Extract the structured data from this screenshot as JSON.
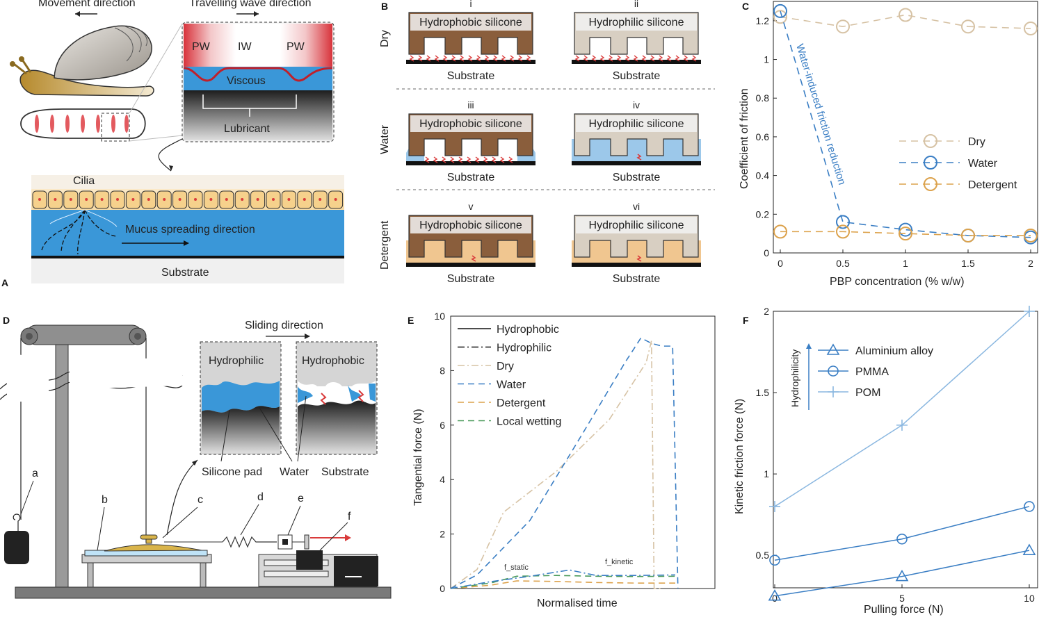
{
  "panels": {
    "A": {
      "letter": "A",
      "movement_direction": "Movement direction",
      "travelling_wave_direction": "Travelling wave direction",
      "pw_left": "PW",
      "iw": "IW",
      "pw_right": "PW",
      "viscous": "Viscous",
      "lubricant": "Lubricant",
      "cilia": "Cilia",
      "mucus_direction": "Mucus spreading direction",
      "substrate": "Substrate"
    },
    "B": {
      "letter": "B",
      "rows": [
        "Dry",
        "Water",
        "Detergent"
      ],
      "numerals": [
        "i",
        "ii",
        "iii",
        "iv",
        "v",
        "vi"
      ],
      "hydrophobic": "Hydrophobic silicone",
      "hydrophilic": "Hydrophilic silicone",
      "substrate": "Substrate",
      "colors": {
        "hydrophobic": "#8a5e3c",
        "hydrophilic": "#d8cfc2",
        "water": "#9cc8ea",
        "detergent": "#f0c690",
        "contact": "#d93b3b"
      }
    },
    "D": {
      "letter": "D",
      "sliding_direction": "Sliding direction",
      "hydrophilic": "Hydrophilic",
      "hydrophobic": "Hydrophobic",
      "silicone_pad": "Silicone pad",
      "water": "Water",
      "substrate": "Substrate",
      "parts": [
        "a",
        "b",
        "c",
        "d",
        "e",
        "f"
      ]
    }
  },
  "chart_data": [
    {
      "panel": "C",
      "type": "line",
      "xlabel": "PBP concentration (% w/w)",
      "ylabel": "Coefficient of friction",
      "xlim": [
        0,
        2
      ],
      "ylim": [
        0,
        1.3
      ],
      "xticks": [
        "0",
        "0.5",
        "1",
        "1.5",
        "2"
      ],
      "yticks": [
        "0",
        "0.2",
        "0.4",
        "0.6",
        "0.8",
        "1",
        "1.2"
      ],
      "legend_position": "right",
      "annotation": "Water-induced friction reduction",
      "x": [
        0,
        0.5,
        1,
        1.5,
        2
      ],
      "series": [
        {
          "name": "Dry",
          "color": "#d6c2a4",
          "values": [
            1.22,
            1.17,
            1.23,
            1.17,
            1.16
          ]
        },
        {
          "name": "Water",
          "color": "#3a7ec4",
          "values": [
            1.25,
            0.16,
            0.12,
            0.09,
            0.08
          ]
        },
        {
          "name": "Detergent",
          "color": "#dca24c",
          "values": [
            0.11,
            0.11,
            0.1,
            0.09,
            0.09
          ]
        }
      ]
    },
    {
      "panel": "E",
      "type": "line",
      "xlabel": "Normalised time",
      "ylabel": "Tangential force (N)",
      "ylim": [
        0,
        10
      ],
      "yticks": [
        "0",
        "2",
        "4",
        "6",
        "8",
        "10"
      ],
      "legend_position": "top-left",
      "annotations": {
        "static": "f_static",
        "kinetic": "f_kinetic"
      },
      "series": [
        {
          "name": "Hydrophobic",
          "color": "#111111",
          "dash": "solid"
        },
        {
          "name": "Hydrophilic",
          "color": "#111111",
          "dash": "dashdot"
        },
        {
          "name": "Dry",
          "color": "#d6c2a4",
          "dash": "dashdot",
          "x": [
            0,
            0.1,
            0.2,
            0.4,
            0.6,
            0.74,
            0.76,
            0.77,
            0.8
          ],
          "y": [
            0,
            0.7,
            2.8,
            4.3,
            6.2,
            8.3,
            9.1,
            0,
            0
          ]
        },
        {
          "name": "Water",
          "color": "#3a7ec4",
          "dash": "dashed",
          "x": [
            0,
            0.1,
            0.3,
            0.5,
            0.66,
            0.72,
            0.76,
            0.8,
            0.84,
            0.86
          ],
          "y": [
            0,
            0.5,
            2.5,
            5.7,
            8.3,
            9.2,
            9.0,
            8.9,
            8.9,
            0
          ]
        },
        {
          "name": "Detergent",
          "color": "#dca24c",
          "dash": "dashed",
          "x": [
            0,
            0.15,
            0.25,
            0.4,
            0.55,
            0.7,
            0.85
          ],
          "y": [
            0,
            0.12,
            0.28,
            0.26,
            0.22,
            0.2,
            0.2
          ]
        },
        {
          "name": "Local wetting",
          "color": "#4a9a5a",
          "dash": "dashed",
          "x": [
            0,
            0.15,
            0.25,
            0.4,
            0.55,
            0.7,
            0.85
          ],
          "y": [
            0,
            0.2,
            0.45,
            0.48,
            0.45,
            0.44,
            0.45
          ]
        },
        {
          "name": "",
          "color": "#3a7ec4",
          "dash": "dashdot",
          "x": [
            0,
            0.15,
            0.3,
            0.45,
            0.55,
            0.7,
            0.85
          ],
          "y": [
            0,
            0.25,
            0.45,
            0.68,
            0.48,
            0.48,
            0.5
          ]
        }
      ]
    },
    {
      "panel": "F",
      "type": "line",
      "xlabel": "Pulling force (N)",
      "ylabel": "Kinetic friction force (N)",
      "xlim": [
        0,
        10
      ],
      "ylim": [
        0.3,
        2
      ],
      "xticks": [
        "0",
        "5",
        "10"
      ],
      "yticks": [
        "0.5",
        "1",
        "1.5",
        "2"
      ],
      "legend_position": "top-left",
      "annotation": "Hydrophilicity",
      "x": [
        0,
        5,
        10
      ],
      "series": [
        {
          "name": "Aluminium alloy",
          "color": "#3a7ec4",
          "marker": "triangle",
          "values": [
            0.25,
            0.37,
            0.53
          ]
        },
        {
          "name": "PMMA",
          "color": "#3a7ec4",
          "marker": "circle",
          "values": [
            0.47,
            0.6,
            0.8
          ]
        },
        {
          "name": "POM",
          "color": "#8ab7e0",
          "marker": "plus",
          "values": [
            0.8,
            1.3,
            2.0
          ]
        }
      ]
    }
  ]
}
